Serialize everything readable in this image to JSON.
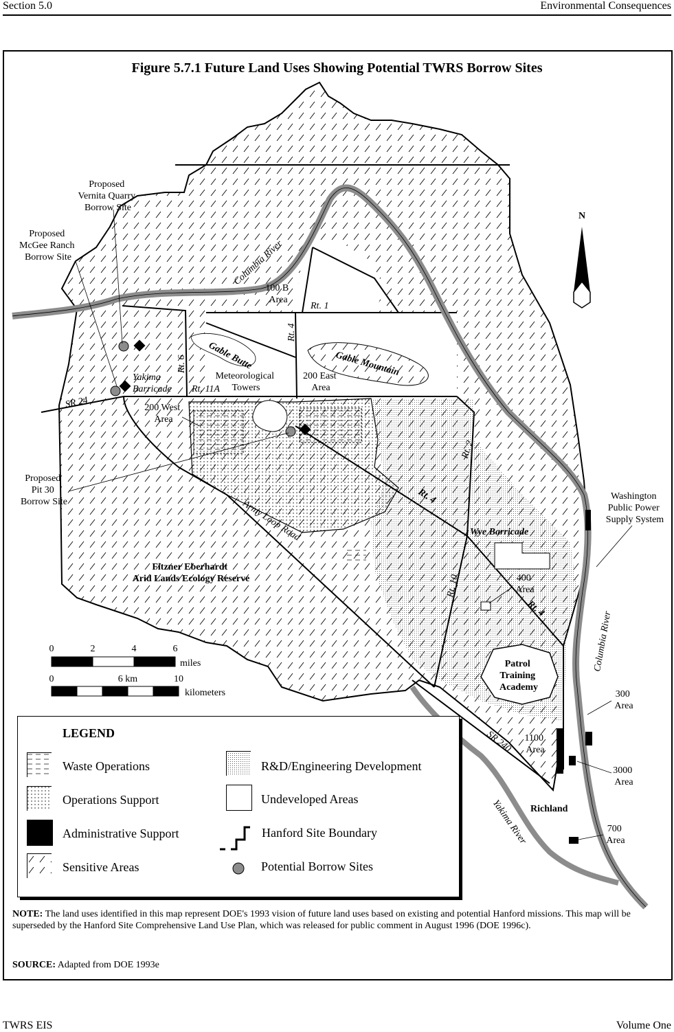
{
  "header": {
    "section": "Section 5.0",
    "chapter": "Environmental Consequences"
  },
  "figure": {
    "title": "Figure 5.7.1  Future Land Uses Showing Potential TWRS Borrow Sites"
  },
  "map_labels": {
    "vernita": [
      "Proposed",
      "Vernita Quarry",
      "Borrow Site"
    ],
    "mcgee": [
      "Proposed",
      "McGee Ranch",
      "Borrow Site"
    ],
    "columbia_north": "Columbia River",
    "area_100b": [
      "100 B",
      "Area"
    ],
    "rt1": "Rt. 1",
    "rt4_north": "Rt. 4",
    "rt6": "Rt. 6",
    "gable_butte": "Gable Butte",
    "gable_mountain": "Gable Mountain",
    "yakima_barricade": [
      "Yakima",
      "Barricade"
    ],
    "met_towers": [
      "Meteorological",
      "Towers"
    ],
    "area_200e": [
      "200 East",
      "Area"
    ],
    "sr24": "SR 24",
    "rt11a": "Rt. 11A",
    "area_200w": [
      "200 West",
      "Area"
    ],
    "rt2": "Rt. 2",
    "pit30": [
      "Proposed",
      "Pit 30",
      "Borrow Site"
    ],
    "rt4_mid": "Rt. 4",
    "army_loop": "Army Loop Road",
    "wye": "Wye Barricade",
    "wppss": [
      "Washington",
      "Public Power",
      "Supply System"
    ],
    "ale": [
      "Fitzner Eberhardt",
      "Arid Lands Ecology Reserve"
    ],
    "area_400": [
      "400",
      "Area"
    ],
    "rt4_south": "Rt. 4",
    "rt10": "Rt. 10",
    "columbia_south": "Columbia River",
    "patrol": [
      "Patrol",
      "Training",
      "Academy"
    ],
    "area_300": [
      "300",
      "Area"
    ],
    "area_1100": [
      "1100",
      "Area"
    ],
    "sr240": "SR 240",
    "area_3000": [
      "3000",
      "Area"
    ],
    "richland": "Richland",
    "yakima_river": "Yakima River",
    "area_700": [
      "700",
      "Area"
    ],
    "north": "N"
  },
  "scale": {
    "miles_ticks": [
      "0",
      "2",
      "4",
      "6"
    ],
    "miles_unit": "miles",
    "km_ticks": [
      "0",
      "6 km",
      "10"
    ],
    "km_unit": "kilometers"
  },
  "legend": {
    "title": "LEGEND",
    "items": [
      {
        "label": "Waste Operations",
        "pattern": "dashes"
      },
      {
        "label": "Operations Support",
        "pattern": "dots"
      },
      {
        "label": "Administrative Support",
        "pattern": "solid"
      },
      {
        "label": "Sensitive Areas",
        "pattern": "slashes"
      },
      {
        "label": "R&D/Engineering Development",
        "pattern": "fine-dots"
      },
      {
        "label": "Undeveloped Areas",
        "pattern": "blank"
      },
      {
        "label": "Hanford Site Boundary",
        "pattern": "boundary-line"
      },
      {
        "label": "Potential Borrow Sites",
        "pattern": "gray-circle"
      }
    ]
  },
  "note": {
    "label": "NOTE:",
    "text": " The land uses identified in this map represent DOE's 1993 vision of future land uses based on existing and potential Hanford missions. This map will be superseded by the Hanford Site Comprehensive Land Use Plan, which was released for public comment in August 1996 (DOE 1996c)."
  },
  "source": {
    "label": "SOURCE:",
    "text": " Adapted from DOE 1993e"
  },
  "footer": {
    "left": "TWRS EIS",
    "right": "Volume One"
  },
  "colors": {
    "river": "#8c8c8c",
    "borrow_site": "#8c8c8c",
    "ink": "#000000"
  }
}
